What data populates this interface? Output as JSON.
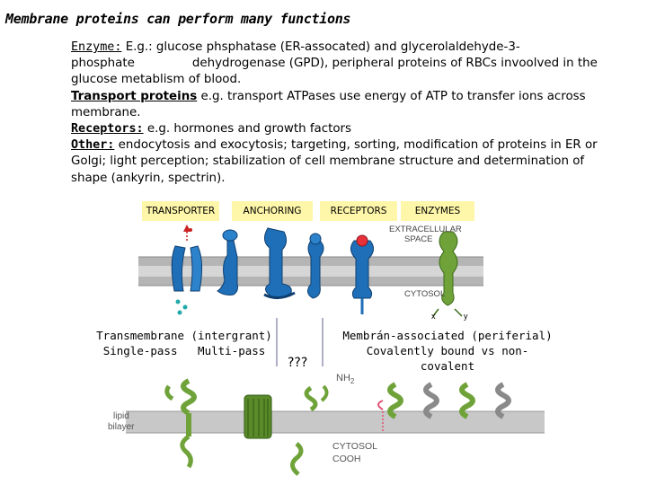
{
  "title": "Membrane proteins can perform many functions",
  "body": {
    "enzyme_label": "Enzyme:",
    "enzyme_line1a": " E.g.: glucose phsphatase (ER-assocated) and glycerolaldehyde-3-",
    "enzyme_line2a": "phosphate",
    "enzyme_line2b": "dehydrogenase (GPD), peripheral proteins of RBCs invoolved in the",
    "enzyme_line3": "glucose metablism of blood.",
    "transport_label": "Transport proteins",
    "transport_text": " e.g. transport ATPases use energy of ATP to transfer ions across membrane.",
    "receptors_label": "Receptors:",
    "receptors_text": " e.g. hormones and growth factors",
    "other_label": "Other:",
    "other_text": " endocytosis and exocytosis; targeting, sorting, modification of proteins in ER or Golgi; light perception; stabilization of cell membrane structure and determination of shape (ankyrin, spectrin)."
  },
  "top_figure": {
    "labels": [
      "TRANSPORTER",
      "ANCHORING",
      "RECEPTORS",
      "ENZYMES"
    ],
    "extracellular": [
      "EXTRACELLULAR",
      "SPACE"
    ],
    "cytosol": "CYTOSOL",
    "x": "x",
    "y": "y"
  },
  "captions": {
    "integral_1": "Transmembrane (intergrant)",
    "integral_2": "Single-pass   Multi-pass",
    "unknown": "???",
    "peripheral_1": "Membrán-associated (periferial)",
    "peripheral_2": "Covalently bound vs non-covalent"
  },
  "bottom_figure": {
    "lipid": "lipid",
    "bilayer": "bilayer",
    "nh2": "NH",
    "nh2_sub": "2",
    "cytosol": "CYTOSOL",
    "cooh": "COOH"
  },
  "colors": {
    "label_bg": "#fef6a9",
    "membrane": "#a8a8a8",
    "protein_blue": "#1f6fb8",
    "protein_green": "#6fa33a",
    "receptor_red": "#e8303a"
  }
}
